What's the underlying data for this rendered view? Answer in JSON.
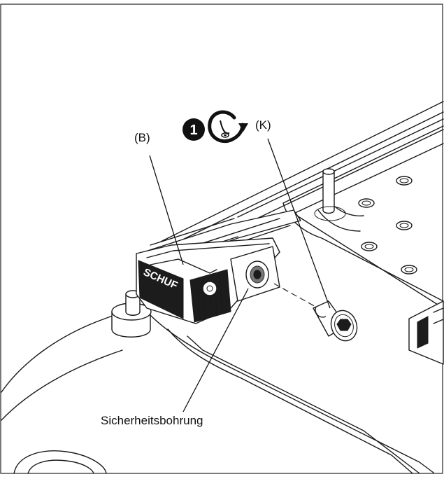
{
  "labels": {
    "step_number": "1",
    "bracket_b": "(B)",
    "screw_k": "(K)",
    "hole_caption": "Sicherheitsbohrung",
    "housing_branding": "SCHUF"
  },
  "icons": {
    "step": "step-number-badge",
    "rotate": "rotate-clockwise-icon"
  }
}
